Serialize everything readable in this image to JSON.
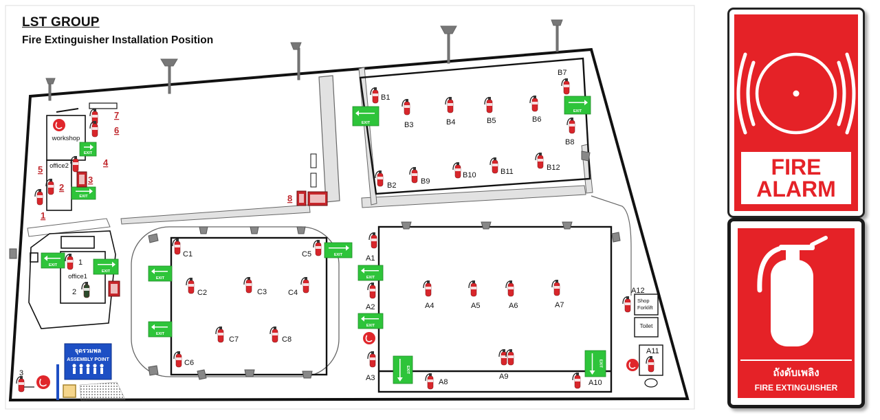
{
  "header": {
    "company": "LST GROUP",
    "subtitle": "Fire Extinguisher Installation Position"
  },
  "colors": {
    "sign_red": "#e52227",
    "exit_green": "#2ec43a",
    "wall": "#111111",
    "assembly_blue": "#1d4fc4"
  },
  "rooms": {
    "workshop": "workshop",
    "office2": "office2",
    "office1": "office1",
    "toilet": "Toilet",
    "shop_forklift": "Shop\nForklift",
    "exit": "EXIT"
  },
  "assembly_point": {
    "thai": "จุดรวมพล",
    "english": "ASSEMBLY POINT"
  },
  "extinguishers": [
    {
      "label": "B1",
      "zone": "B"
    },
    {
      "label": "B2",
      "zone": "B"
    },
    {
      "label": "B3",
      "zone": "B"
    },
    {
      "label": "B4",
      "zone": "B"
    },
    {
      "label": "B5",
      "zone": "B"
    },
    {
      "label": "B6",
      "zone": "B"
    },
    {
      "label": "B7",
      "zone": "B"
    },
    {
      "label": "B8",
      "zone": "B"
    },
    {
      "label": "B9",
      "zone": "B"
    },
    {
      "label": "B10",
      "zone": "B"
    },
    {
      "label": "B11",
      "zone": "B"
    },
    {
      "label": "B12",
      "zone": "B"
    },
    {
      "label": "C1",
      "zone": "C"
    },
    {
      "label": "C2",
      "zone": "C"
    },
    {
      "label": "C3",
      "zone": "C"
    },
    {
      "label": "C4",
      "zone": "C"
    },
    {
      "label": "C5",
      "zone": "C"
    },
    {
      "label": "C6",
      "zone": "C"
    },
    {
      "label": "C7",
      "zone": "C"
    },
    {
      "label": "C8",
      "zone": "C"
    },
    {
      "label": "A1",
      "zone": "A"
    },
    {
      "label": "A2",
      "zone": "A"
    },
    {
      "label": "A3",
      "zone": "A"
    },
    {
      "label": "A4",
      "zone": "A"
    },
    {
      "label": "A5",
      "zone": "A"
    },
    {
      "label": "A6",
      "zone": "A"
    },
    {
      "label": "A7",
      "zone": "A"
    },
    {
      "label": "A8",
      "zone": "A"
    },
    {
      "label": "A9",
      "zone": "A"
    },
    {
      "label": "A10",
      "zone": "A"
    },
    {
      "label": "A11",
      "zone": "A"
    },
    {
      "label": "A12",
      "zone": "A"
    },
    {
      "label": "1",
      "zone": "office"
    },
    {
      "label": "2",
      "zone": "office"
    },
    {
      "label": "3",
      "zone": "office"
    },
    {
      "label": "1",
      "zone": "assembly"
    }
  ],
  "workshop_markers": [
    "1",
    "2",
    "3",
    "4",
    "5",
    "6",
    "7",
    "8"
  ],
  "signs": {
    "alarm_line1": "FIRE",
    "alarm_line2": "ALARM",
    "extinguisher_thai": "ถังดับเพลิง",
    "extinguisher_english": "FIRE EXTINGUISHER"
  }
}
